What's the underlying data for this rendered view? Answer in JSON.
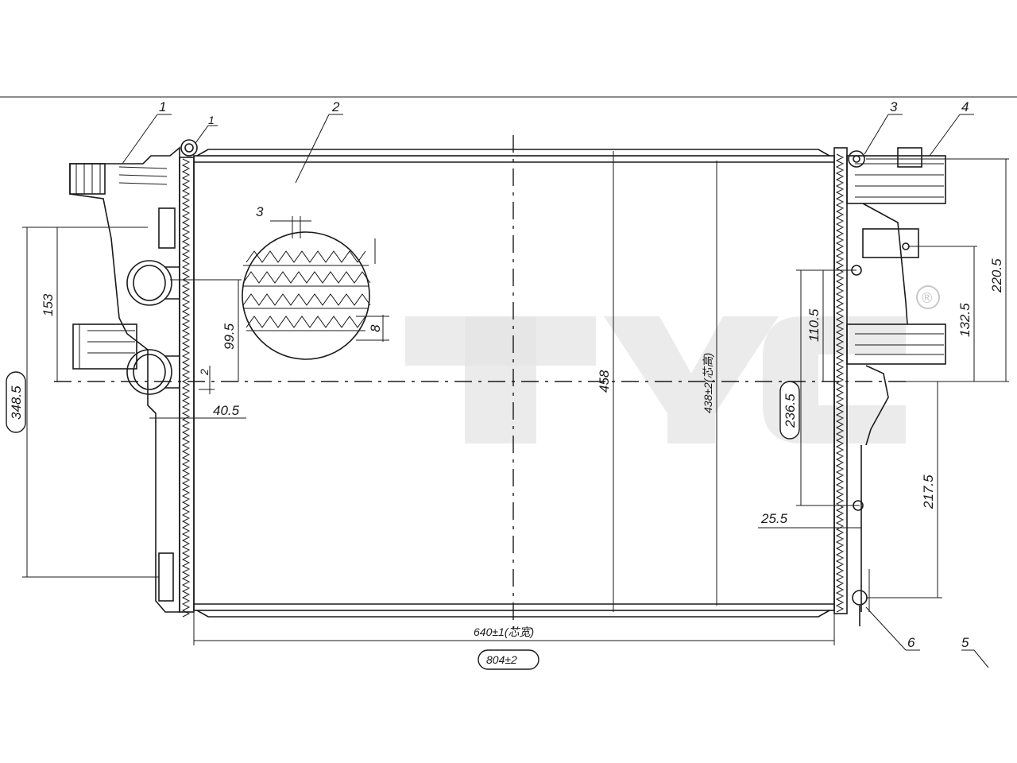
{
  "drawing": {
    "part_numbers": {
      "p1": "1",
      "p1_small": "1",
      "p2": "2",
      "p3": "3",
      "p4": "4",
      "p5": "5",
      "p6": "6"
    },
    "dimensions": {
      "d_348_5": "348.5",
      "d_153": "153",
      "d_99_5": "99.5",
      "d_40_5": "40.5",
      "d_2": "2",
      "d_3": "3",
      "d_8": "8",
      "d_458": "458",
      "d_438": "438±2(芯高)",
      "d_640": "640±1(芯宽)",
      "d_804": "804±2",
      "d_236_5": "236.5",
      "d_110_5": "110.5",
      "d_25_5": "25.5",
      "d_217_5": "217.5",
      "d_132_5": "132.5",
      "d_220_5": "220.5"
    },
    "watermark": {
      "brand": "TYC",
      "registered": "®"
    }
  }
}
